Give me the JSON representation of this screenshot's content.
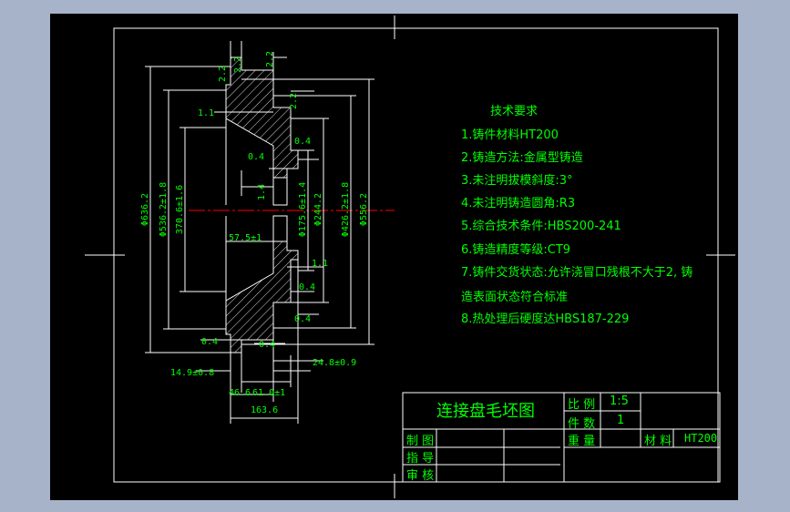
{
  "requirements": {
    "title": "技术要求",
    "items": [
      "1.铸件材料HT200",
      "2.铸造方法:金属型铸造",
      "3.未注明拔模斜度:3°",
      "4.未注明铸造圆角:R3",
      "5.综合技术条件:HBS200-241",
      "6.铸造精度等级:CT9",
      "7.铸件交货状态:允许浇冒口残根不大于2, 铸",
      "造表面状态符合标准",
      "8.热处理后硬度达HBS187-229"
    ]
  },
  "title_block": {
    "drawing_name": "连接盘毛坯图",
    "scale_label": "比 例",
    "scale_value": "1:5",
    "quantity_label": "件 数",
    "quantity_value": "1",
    "weight_label": "重 量",
    "material_label": "材 料",
    "material_value": "HT200",
    "drawn_label": "制 图",
    "guide_label": "指 导",
    "review_label": "审 核"
  },
  "dimensions": {
    "d_outer": "Φ636.2",
    "d_536": "Φ536.2±1.8",
    "d_370": "370.6±1.6",
    "d_175": "Φ175.6±1.4",
    "d_244": "Φ244.2",
    "d_426": "Φ426.2±1.8",
    "d_556": "Φ556.2",
    "t_22a": "2.2",
    "t_22b": "2.2",
    "t_22c": "2.2",
    "t_22d": "2.2",
    "t_11a": "1.1",
    "t_11b": "1.1",
    "t_04a": "0.4",
    "t_04b": "0.4",
    "t_04c": "0.4",
    "t_04d": "0.4",
    "t_04e": "0.4",
    "t_04f": "0.4",
    "t_14": "1.4",
    "t_575": "57.5±1",
    "t_149": "14.9±0.8",
    "t_466": "46.6",
    "t_610": "61.0±1",
    "t_1636": "163.6",
    "t_248": "24.8±0.9"
  },
  "colors": {
    "background": "#a7b3c8",
    "sheet": "#000000",
    "frame": "#ffffff",
    "dimension": "#00ff00",
    "centerline": "#ff0000"
  }
}
